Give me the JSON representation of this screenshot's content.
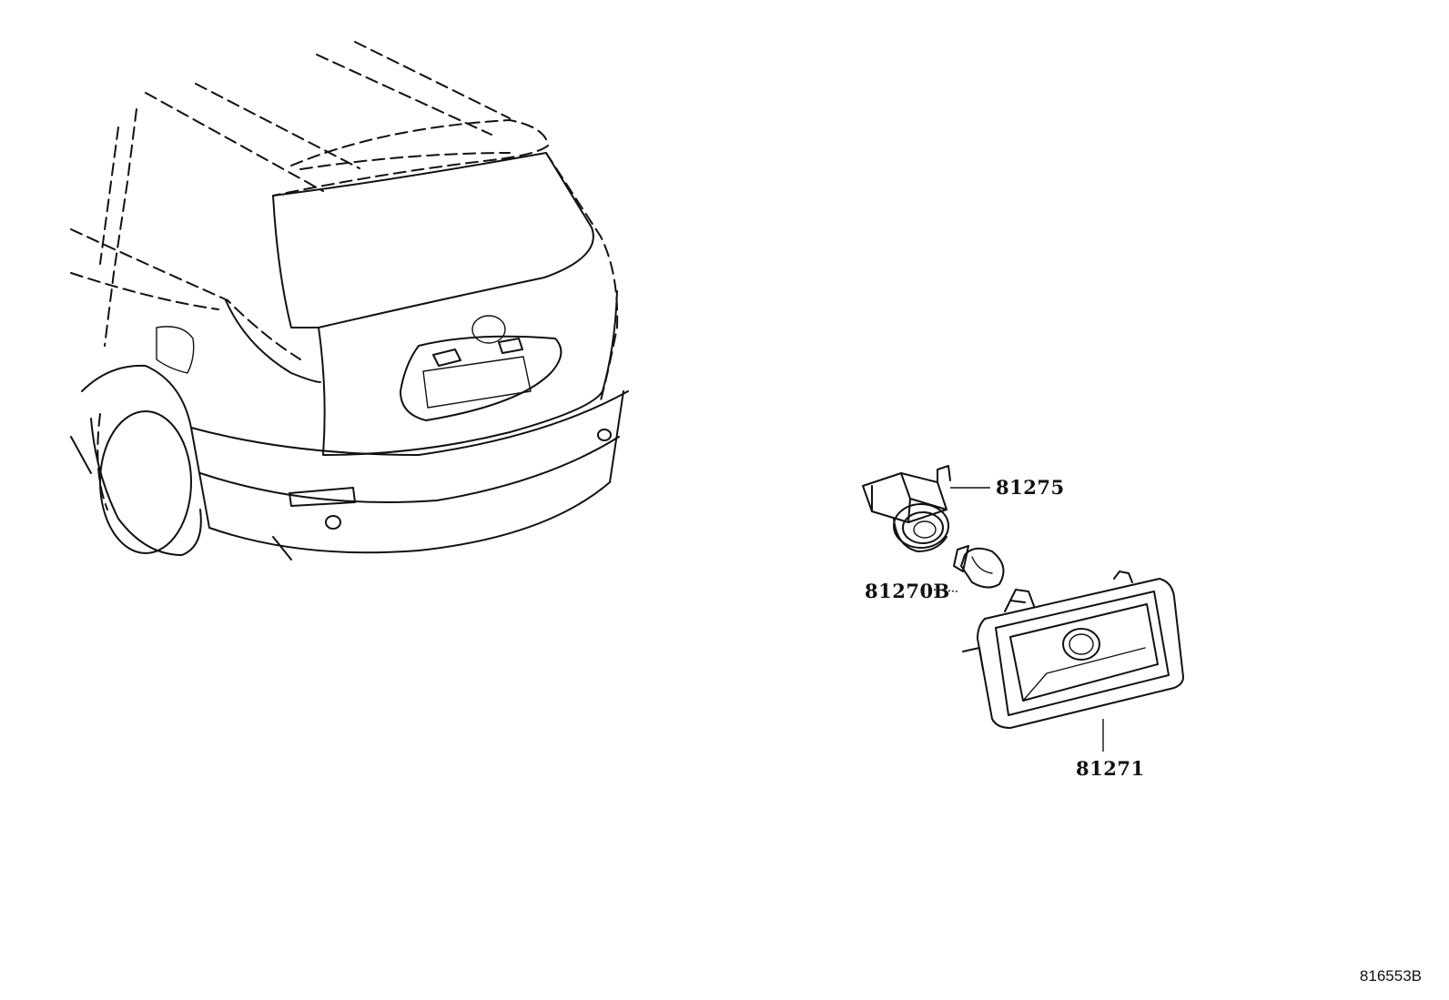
{
  "diagram": {
    "figure_code": "816553B",
    "callouts": [
      {
        "id": "socket",
        "label": "81275"
      },
      {
        "id": "bulb",
        "label": "81270B"
      },
      {
        "id": "lens",
        "label": "81271"
      }
    ]
  }
}
